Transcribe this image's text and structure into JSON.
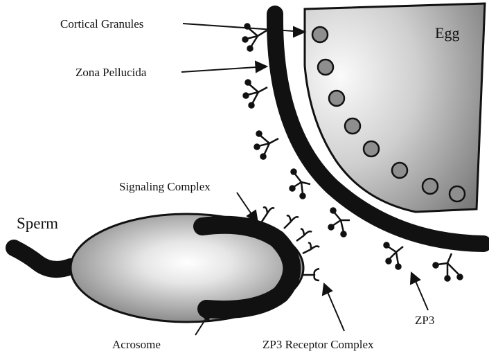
{
  "labels": {
    "cortical_granules": "Cortical Granules",
    "zona_pellucida": "Zona Pellucida",
    "egg": "Egg",
    "signaling_complex": "Signaling Complex",
    "sperm": "Sperm",
    "acrosome": "Acrosome",
    "zp3_receptor_complex": "ZP3 Receptor Complex",
    "zp3": "ZP3"
  },
  "colors": {
    "ink": "#111111",
    "egg_fill_light": "#f4f4f4",
    "egg_fill_dark": "#7c7c7c",
    "granule_fill": "#8e8e8e",
    "sperm_fill_light": "#ffffff",
    "sperm_fill_dark": "#8a8a8a"
  }
}
